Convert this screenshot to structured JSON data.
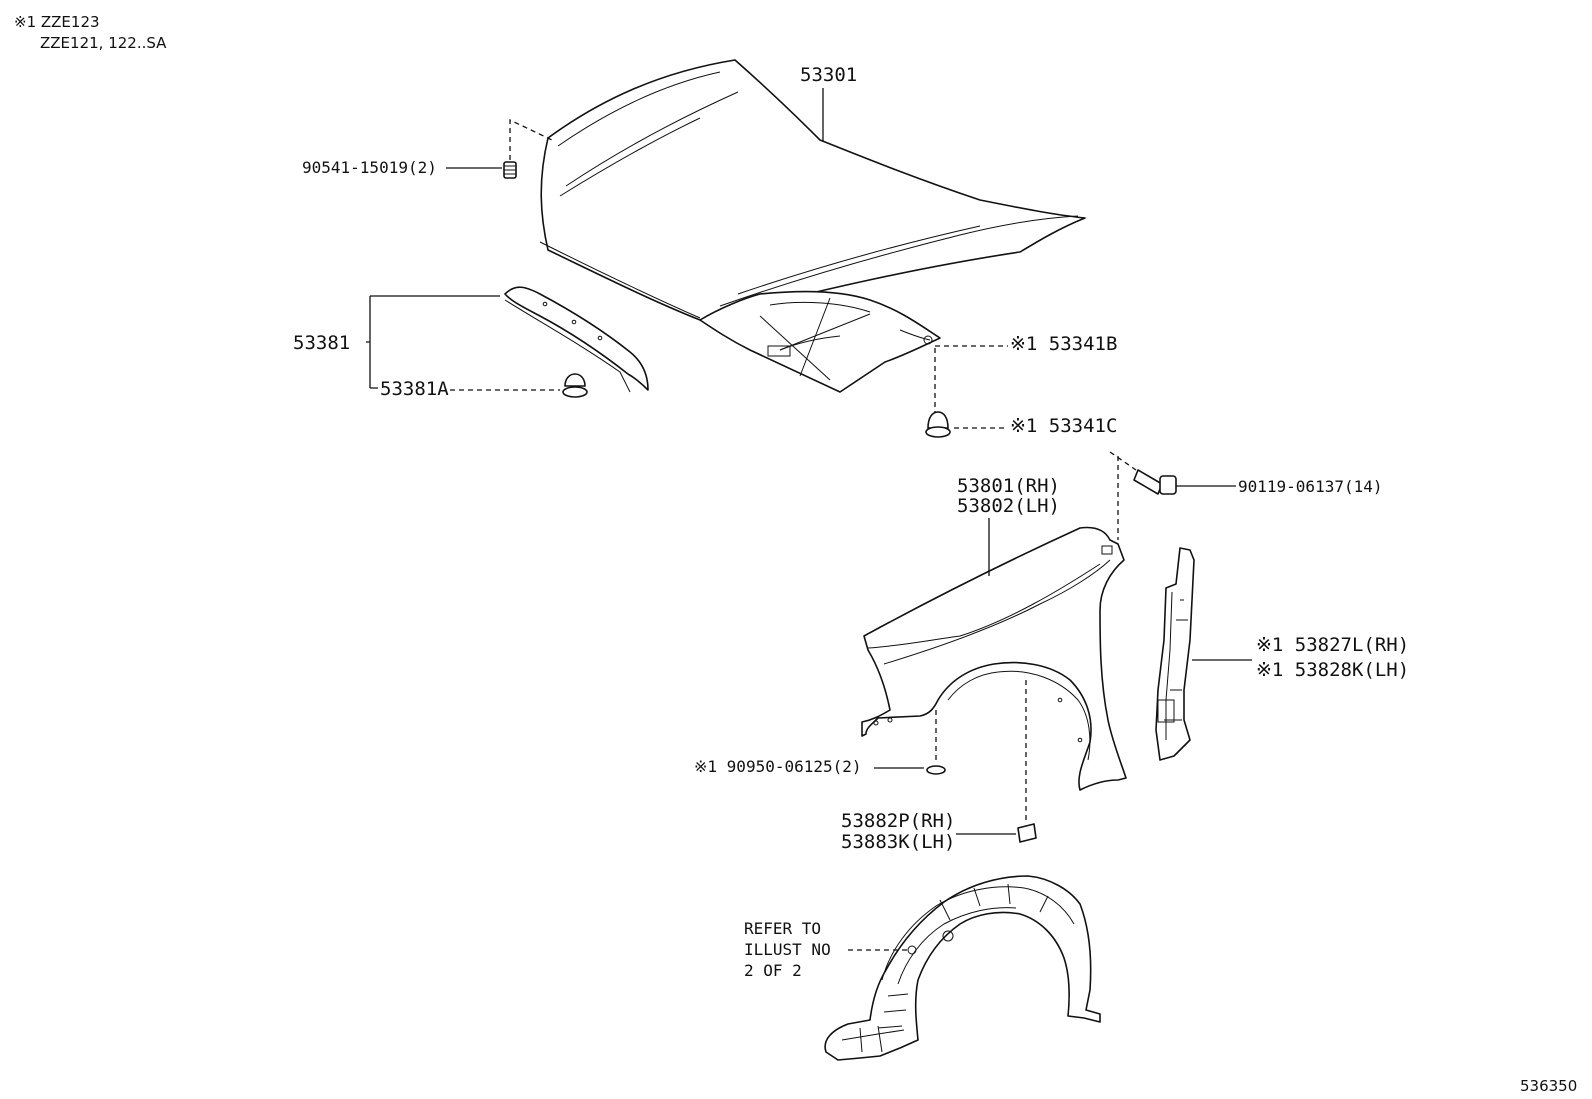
{
  "notes": {
    "line1": "※1 ZZE123",
    "line2": "ZZE121, 122..SA"
  },
  "labels": {
    "hood": "53301",
    "bolt_hood": "90541-15019(2)",
    "seal_group": "53381",
    "clip_seal": "53381A",
    "insulator": "※1 53341B",
    "insulator_clip": "※1 53341C",
    "fender_rh": "53801(RH)",
    "fender_lh": "53802(LH)",
    "fender_bolt": "90119-06137(14)",
    "fender_seal_rh": "※1 53827L(RH)",
    "fender_seal_lh": "※1 53828K(LH)",
    "hole_plug": "※1 90950-06125(2)",
    "protector_rh": "53882P(RH)",
    "protector_lh": "53883K(LH)",
    "refer_1": "REFER TO",
    "refer_2": "ILLUST NO",
    "refer_3": "2 OF 2"
  },
  "illustration_number": "536350"
}
